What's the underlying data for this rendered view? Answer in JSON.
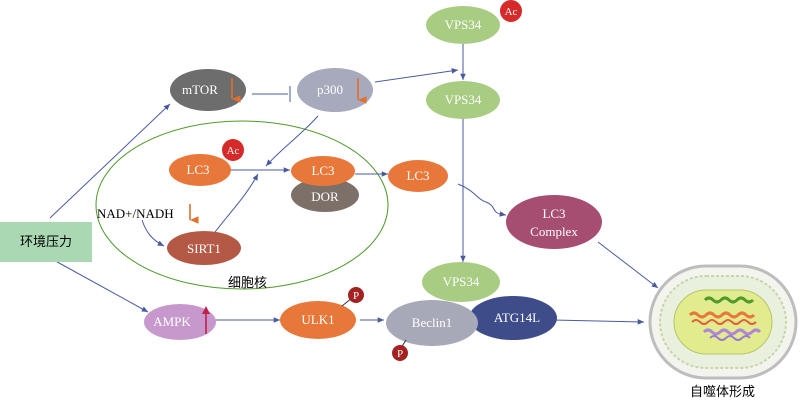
{
  "nodes": {
    "stress": "环境压力",
    "mtor": "mTOR",
    "p300": "p300",
    "vps34_ac": "VPS34",
    "vps34_mid": "VPS34",
    "vps34_low": "VPS34",
    "lc3_ac": "LC3",
    "lc3_dor": "LC3",
    "dor": "DOR",
    "lc3_out": "LC3",
    "lc3_complex_1": "LC3",
    "lc3_complex_2": "Complex",
    "sirt1": "SIRT1",
    "nad": "NAD+/NADH",
    "ampk": "AMPK",
    "ulk1": "ULK1",
    "beclin1": "Beclin1",
    "atg14l": "ATG14L"
  },
  "badges": {
    "ac": "Ac",
    "p": "P"
  },
  "labels": {
    "nucleus": "细胞核",
    "autophagy": "自噬体形成"
  },
  "colors": {
    "stress": "#a9d8b3",
    "mtor": "#6d6d6d",
    "p300": "#a7a9bc",
    "vps34": "#a9cc83",
    "lc3": "#e8773a",
    "dor": "#7d7068",
    "complex": "#a64d72",
    "sirt1": "#b35945",
    "ampk": "#c698cc",
    "beclin1": "#a8a9b8",
    "atg14l": "#3e4d8a",
    "ac_badge": "#d62a2a",
    "p_badge": "#a52222",
    "arrow": "#4a5aa0",
    "down": "#e0702e",
    "up": "#c2204a",
    "nucleus_border": "#4f9a2c"
  },
  "indicators": {
    "mtor": "down",
    "p300": "down",
    "nad": "down",
    "ampk": "up"
  }
}
